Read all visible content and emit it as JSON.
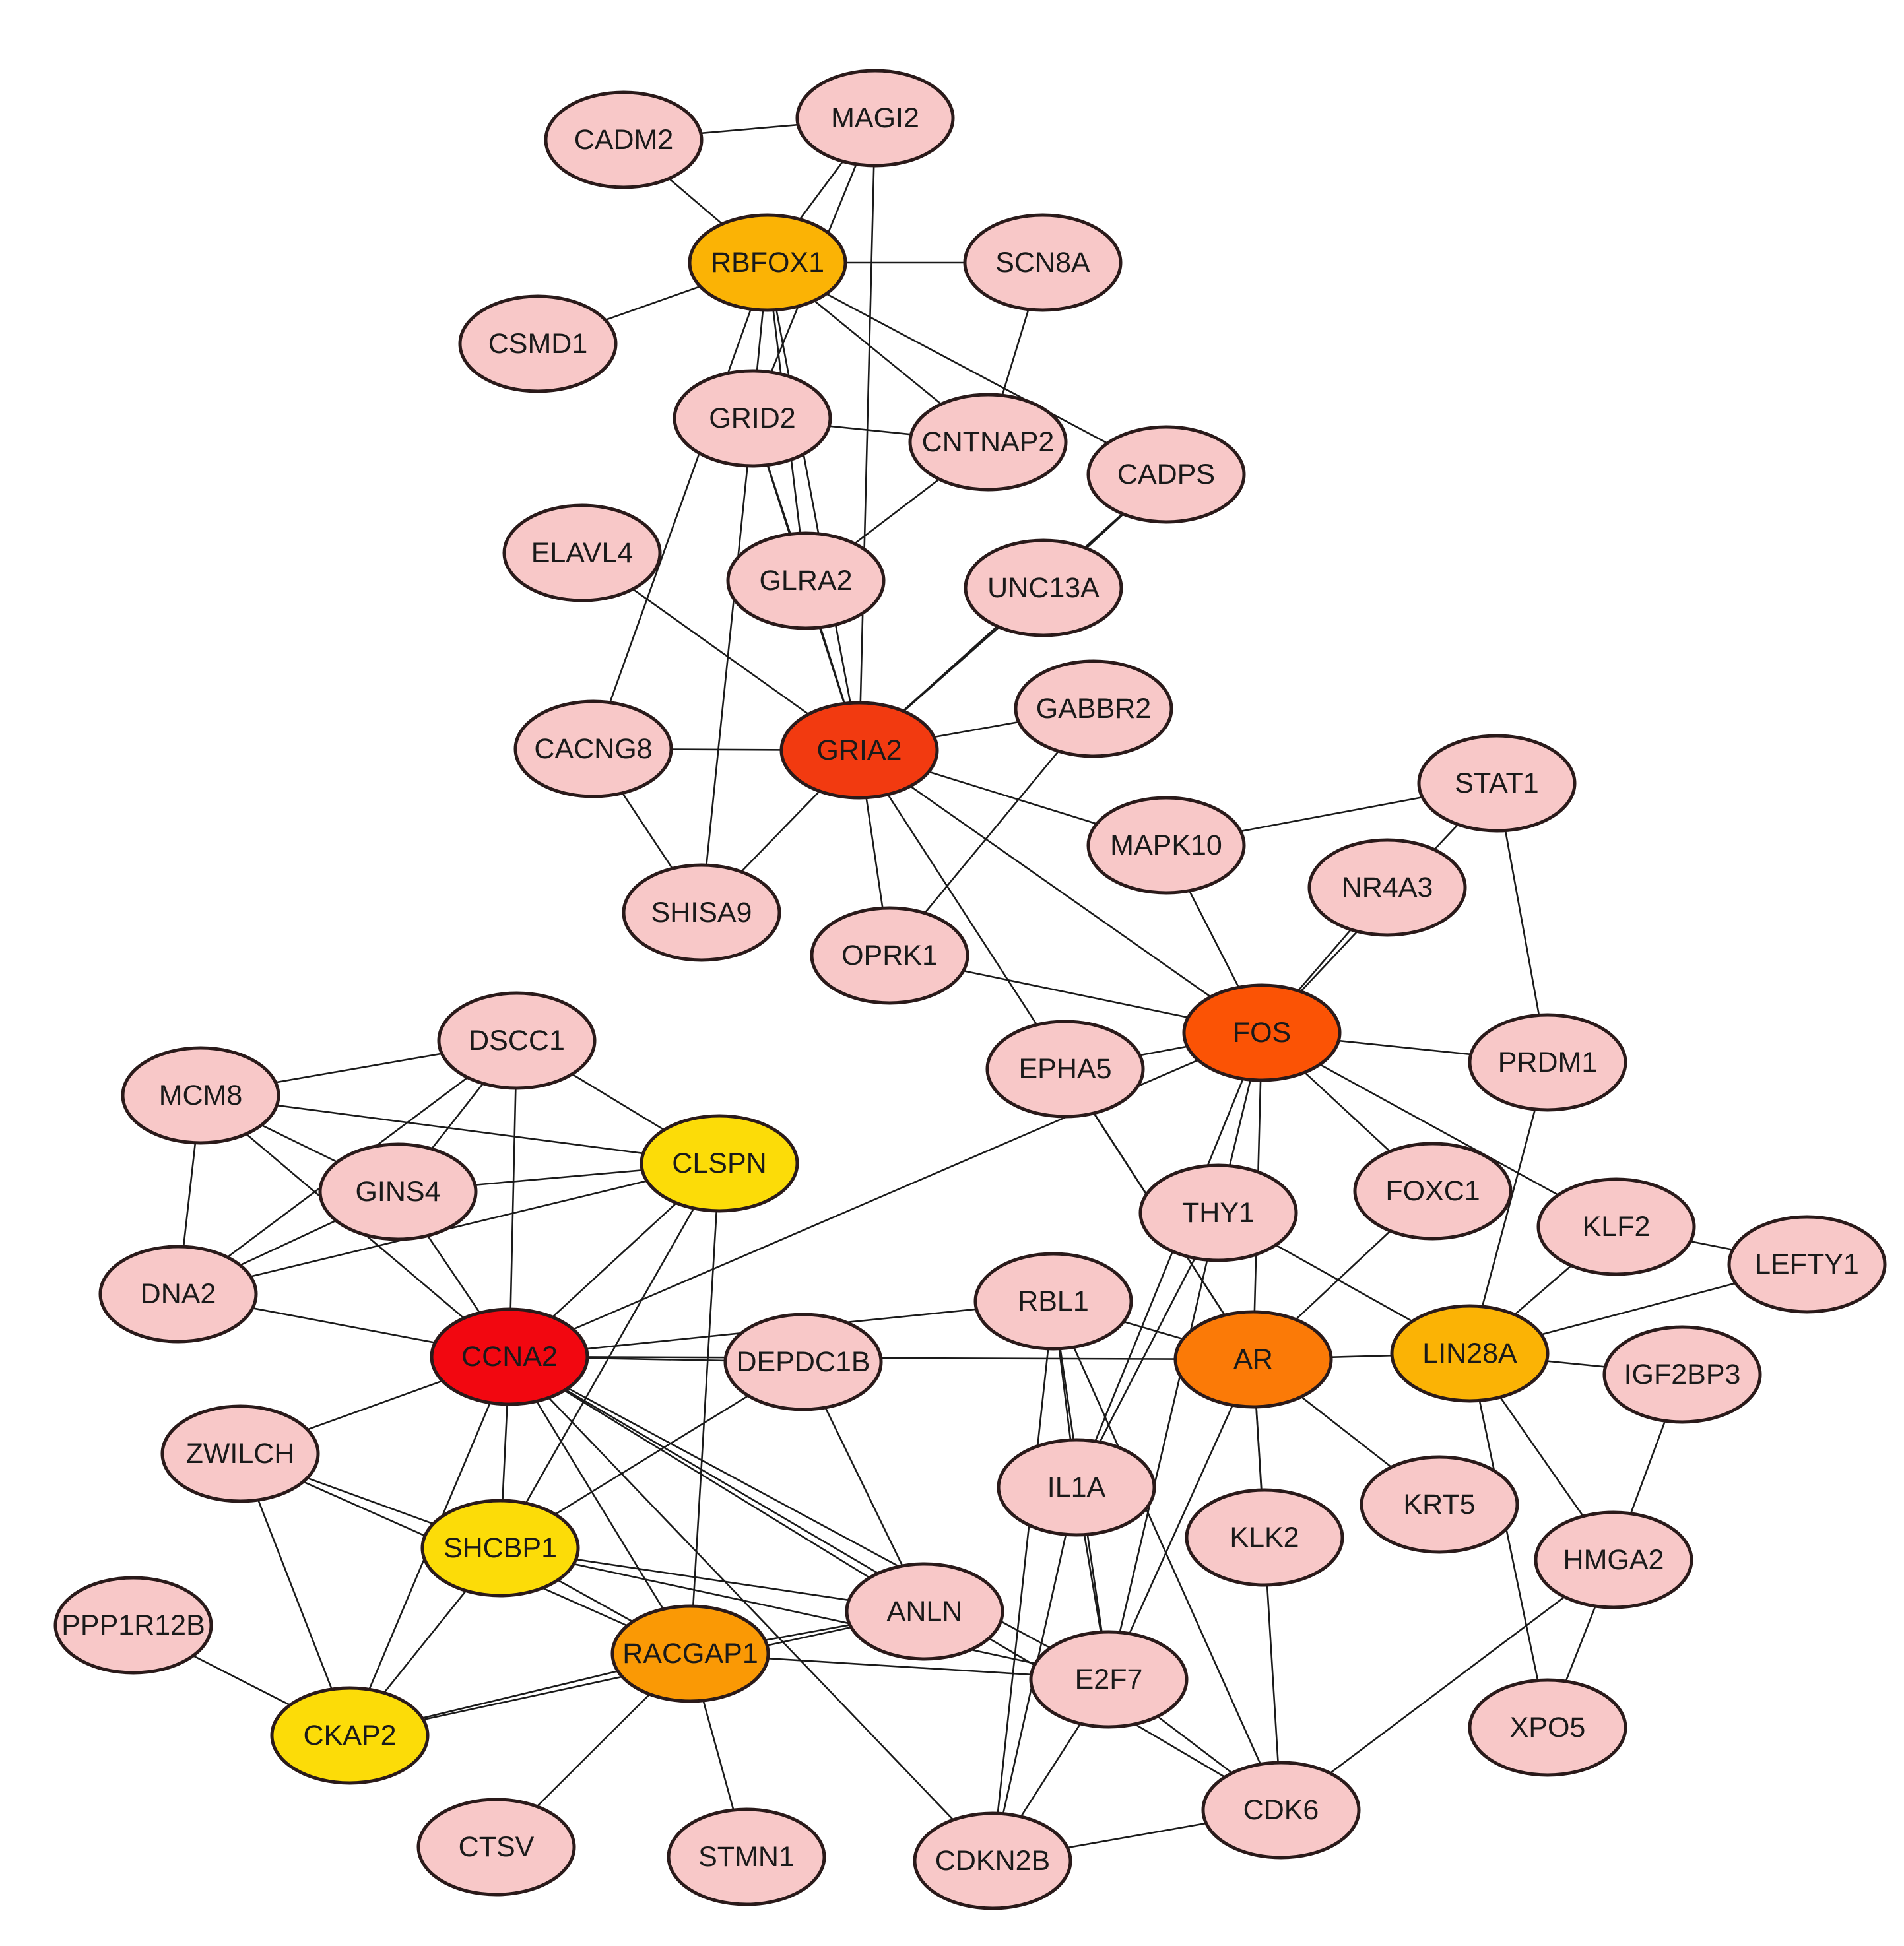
{
  "colors": {
    "default": "#f8c8c8",
    "rank_red": "#f20710",
    "rank_red_orange": "#f23a10",
    "rank_orange_red": "#fb5305",
    "rank_orange": "#fb7a07",
    "rank_orange_yellow": "#fa9905",
    "rank_amber": "#fbb305",
    "rank_yellow": "#fcdc08"
  },
  "nodes": [
    {
      "id": "CADM2",
      "label": "CADM2",
      "fill": "default"
    },
    {
      "id": "MAGI2",
      "label": "MAGI2",
      "fill": "default"
    },
    {
      "id": "RBFOX1",
      "label": "RBFOX1",
      "fill": "rank_amber"
    },
    {
      "id": "SCN8A",
      "label": "SCN8A",
      "fill": "default"
    },
    {
      "id": "CSMD1",
      "label": "CSMD1",
      "fill": "default"
    },
    {
      "id": "GRID2",
      "label": "GRID2",
      "fill": "default"
    },
    {
      "id": "CNTNAP2",
      "label": "CNTNAP2",
      "fill": "default"
    },
    {
      "id": "CADPS",
      "label": "CADPS",
      "fill": "default"
    },
    {
      "id": "ELAVL4",
      "label": "ELAVL4",
      "fill": "default"
    },
    {
      "id": "GLRA2",
      "label": "GLRA2",
      "fill": "default"
    },
    {
      "id": "UNC13A",
      "label": "UNC13A",
      "fill": "default"
    },
    {
      "id": "GABBR2",
      "label": "GABBR2",
      "fill": "default"
    },
    {
      "id": "CACNG8",
      "label": "CACNG8",
      "fill": "default"
    },
    {
      "id": "GRIA2",
      "label": "GRIA2",
      "fill": "rank_red_orange"
    },
    {
      "id": "STAT1",
      "label": "STAT1",
      "fill": "default"
    },
    {
      "id": "MAPK10",
      "label": "MAPK10",
      "fill": "default"
    },
    {
      "id": "NR4A3",
      "label": "NR4A3",
      "fill": "default"
    },
    {
      "id": "SHISA9",
      "label": "SHISA9",
      "fill": "default"
    },
    {
      "id": "OPRK1",
      "label": "OPRK1",
      "fill": "default"
    },
    {
      "id": "DSCC1",
      "label": "DSCC1",
      "fill": "default"
    },
    {
      "id": "FOS",
      "label": "FOS",
      "fill": "rank_orange_red"
    },
    {
      "id": "PRDM1",
      "label": "PRDM1",
      "fill": "default"
    },
    {
      "id": "MCM8",
      "label": "MCM8",
      "fill": "default"
    },
    {
      "id": "EPHA5",
      "label": "EPHA5",
      "fill": "default"
    },
    {
      "id": "CLSPN",
      "label": "CLSPN",
      "fill": "rank_yellow"
    },
    {
      "id": "GINS4",
      "label": "GINS4",
      "fill": "default"
    },
    {
      "id": "FOXC1",
      "label": "FOXC1",
      "fill": "default"
    },
    {
      "id": "THY1",
      "label": "THY1",
      "fill": "default"
    },
    {
      "id": "KLF2",
      "label": "KLF2",
      "fill": "default"
    },
    {
      "id": "LEFTY1",
      "label": "LEFTY1",
      "fill": "default"
    },
    {
      "id": "DNA2",
      "label": "DNA2",
      "fill": "default"
    },
    {
      "id": "RBL1",
      "label": "RBL1",
      "fill": "default"
    },
    {
      "id": "CCNA2",
      "label": "CCNA2",
      "fill": "rank_red"
    },
    {
      "id": "DEPDC1B",
      "label": "DEPDC1B",
      "fill": "default"
    },
    {
      "id": "AR",
      "label": "AR",
      "fill": "rank_orange"
    },
    {
      "id": "LIN28A",
      "label": "LIN28A",
      "fill": "rank_amber"
    },
    {
      "id": "IGF2BP3",
      "label": "IGF2BP3",
      "fill": "default"
    },
    {
      "id": "ZWILCH",
      "label": "ZWILCH",
      "fill": "default"
    },
    {
      "id": "IL1A",
      "label": "IL1A",
      "fill": "default"
    },
    {
      "id": "KRT5",
      "label": "KRT5",
      "fill": "default"
    },
    {
      "id": "SHCBP1",
      "label": "SHCBP1",
      "fill": "rank_yellow"
    },
    {
      "id": "KLK2",
      "label": "KLK2",
      "fill": "default"
    },
    {
      "id": "HMGA2",
      "label": "HMGA2",
      "fill": "default"
    },
    {
      "id": "PPP1R12B",
      "label": "PPP1R12B",
      "fill": "default"
    },
    {
      "id": "ANLN",
      "label": "ANLN",
      "fill": "default"
    },
    {
      "id": "RACGAP1",
      "label": "RACGAP1",
      "fill": "rank_orange_yellow"
    },
    {
      "id": "E2F7",
      "label": "E2F7",
      "fill": "default"
    },
    {
      "id": "CKAP2",
      "label": "CKAP2",
      "fill": "rank_yellow"
    },
    {
      "id": "XPO5",
      "label": "XPO5",
      "fill": "default"
    },
    {
      "id": "CDK6",
      "label": "CDK6",
      "fill": "default"
    },
    {
      "id": "CTSV",
      "label": "CTSV",
      "fill": "default"
    },
    {
      "id": "STMN1",
      "label": "STMN1",
      "fill": "default"
    },
    {
      "id": "CDKN2B",
      "label": "CDKN2B",
      "fill": "default"
    }
  ],
  "edges": [
    [
      "CADM2",
      "MAGI2"
    ],
    [
      "CADM2",
      "RBFOX1"
    ],
    [
      "MAGI2",
      "RBFOX1"
    ],
    [
      "MAGI2",
      "GRIA2"
    ],
    [
      "MAGI2",
      "GRID2"
    ],
    [
      "RBFOX1",
      "SCN8A"
    ],
    [
      "RBFOX1",
      "CSMD1"
    ],
    [
      "RBFOX1",
      "GRID2"
    ],
    [
      "RBFOX1",
      "CNTNAP2"
    ],
    [
      "RBFOX1",
      "CADPS"
    ],
    [
      "RBFOX1",
      "GLRA2"
    ],
    [
      "RBFOX1",
      "GRIA2"
    ],
    [
      "RBFOX1",
      "CACNG8"
    ],
    [
      "SCN8A",
      "CNTNAP2"
    ],
    [
      "GRID2",
      "CNTNAP2"
    ],
    [
      "GRID2",
      "GRIA2"
    ],
    [
      "GRID2",
      "SHISA9"
    ],
    [
      "GRID2",
      "GLRA2"
    ],
    [
      "CNTNAP2",
      "GLRA2"
    ],
    [
      "CADPS",
      "UNC13A"
    ],
    [
      "CADPS",
      "GRIA2"
    ],
    [
      "UNC13A",
      "GRIA2"
    ],
    [
      "ELAVL4",
      "GRIA2"
    ],
    [
      "GLRA2",
      "GRIA2"
    ],
    [
      "GABBR2",
      "GRIA2"
    ],
    [
      "GABBR2",
      "OPRK1"
    ],
    [
      "CACNG8",
      "GRIA2"
    ],
    [
      "CACNG8",
      "SHISA9"
    ],
    [
      "SHISA9",
      "GRIA2"
    ],
    [
      "GRIA2",
      "MAPK10"
    ],
    [
      "GRIA2",
      "OPRK1"
    ],
    [
      "GRIA2",
      "FOS"
    ],
    [
      "GRIA2",
      "AR"
    ],
    [
      "STAT1",
      "MAPK10"
    ],
    [
      "STAT1",
      "FOS"
    ],
    [
      "STAT1",
      "PRDM1"
    ],
    [
      "MAPK10",
      "FOS"
    ],
    [
      "NR4A3",
      "FOS"
    ],
    [
      "OPRK1",
      "FOS"
    ],
    [
      "FOS",
      "EPHA5"
    ],
    [
      "FOS",
      "PRDM1"
    ],
    [
      "FOS",
      "FOXC1"
    ],
    [
      "FOS",
      "KLF2"
    ],
    [
      "FOS",
      "THY1"
    ],
    [
      "FOS",
      "AR"
    ],
    [
      "FOS",
      "IL1A"
    ],
    [
      "FOS",
      "CCNA2"
    ],
    [
      "PRDM1",
      "LIN28A"
    ],
    [
      "EPHA5",
      "AR"
    ],
    [
      "DSCC1",
      "MCM8"
    ],
    [
      "DSCC1",
      "GINS4"
    ],
    [
      "DSCC1",
      "CLSPN"
    ],
    [
      "DSCC1",
      "CCNA2"
    ],
    [
      "DSCC1",
      "DNA2"
    ],
    [
      "MCM8",
      "GINS4"
    ],
    [
      "MCM8",
      "CLSPN"
    ],
    [
      "MCM8",
      "DNA2"
    ],
    [
      "MCM8",
      "CCNA2"
    ],
    [
      "GINS4",
      "CLSPN"
    ],
    [
      "GINS4",
      "DNA2"
    ],
    [
      "GINS4",
      "CCNA2"
    ],
    [
      "CLSPN",
      "DNA2"
    ],
    [
      "CLSPN",
      "CCNA2"
    ],
    [
      "CLSPN",
      "SHCBP1"
    ],
    [
      "CLSPN",
      "RACGAP1"
    ],
    [
      "DNA2",
      "CCNA2"
    ],
    [
      "THY1",
      "LIN28A"
    ],
    [
      "THY1",
      "IL1A"
    ],
    [
      "THY1",
      "E2F7"
    ],
    [
      "FOXC1",
      "AR"
    ],
    [
      "KLF2",
      "LIN28A"
    ],
    [
      "KLF2",
      "LEFTY1"
    ],
    [
      "LEFTY1",
      "LIN28A"
    ],
    [
      "RBL1",
      "AR"
    ],
    [
      "RBL1",
      "IL1A"
    ],
    [
      "RBL1",
      "E2F7"
    ],
    [
      "RBL1",
      "CDKN2B"
    ],
    [
      "RBL1",
      "CDK6"
    ],
    [
      "RBL1",
      "CCNA2"
    ],
    [
      "CCNA2",
      "DEPDC1B"
    ],
    [
      "CCNA2",
      "AR"
    ],
    [
      "CCNA2",
      "ZWILCH"
    ],
    [
      "CCNA2",
      "SHCBP1"
    ],
    [
      "CCNA2",
      "RACGAP1"
    ],
    [
      "CCNA2",
      "ANLN"
    ],
    [
      "CCNA2",
      "E2F7"
    ],
    [
      "CCNA2",
      "CKAP2"
    ],
    [
      "CCNA2",
      "CDKN2B"
    ],
    [
      "CCNA2",
      "CDK6"
    ],
    [
      "DEPDC1B",
      "SHCBP1"
    ],
    [
      "DEPDC1B",
      "ANLN"
    ],
    [
      "AR",
      "LIN28A"
    ],
    [
      "AR",
      "KLK2"
    ],
    [
      "AR",
      "KRT5"
    ],
    [
      "AR",
      "CDK6"
    ],
    [
      "AR",
      "E2F7"
    ],
    [
      "LIN28A",
      "IGF2BP3"
    ],
    [
      "LIN28A",
      "HMGA2"
    ],
    [
      "LIN28A",
      "XPO5"
    ],
    [
      "IGF2BP3",
      "HMGA2"
    ],
    [
      "HMGA2",
      "XPO5"
    ],
    [
      "HMGA2",
      "CDK6"
    ],
    [
      "ZWILCH",
      "SHCBP1"
    ],
    [
      "ZWILCH",
      "RACGAP1"
    ],
    [
      "ZWILCH",
      "CKAP2"
    ],
    [
      "IL1A",
      "CDKN2B"
    ],
    [
      "IL1A",
      "E2F7"
    ],
    [
      "SHCBP1",
      "ANLN"
    ],
    [
      "SHCBP1",
      "RACGAP1"
    ],
    [
      "SHCBP1",
      "CKAP2"
    ],
    [
      "SHCBP1",
      "E2F7"
    ],
    [
      "PPP1R12B",
      "CKAP2"
    ],
    [
      "ANLN",
      "RACGAP1"
    ],
    [
      "ANLN",
      "CKAP2"
    ],
    [
      "RACGAP1",
      "CKAP2"
    ],
    [
      "RACGAP1",
      "E2F7"
    ],
    [
      "RACGAP1",
      "CTSV"
    ],
    [
      "RACGAP1",
      "STMN1"
    ],
    [
      "E2F7",
      "CDK6"
    ],
    [
      "E2F7",
      "CDKN2B"
    ],
    [
      "CDK6",
      "CDKN2B"
    ]
  ]
}
